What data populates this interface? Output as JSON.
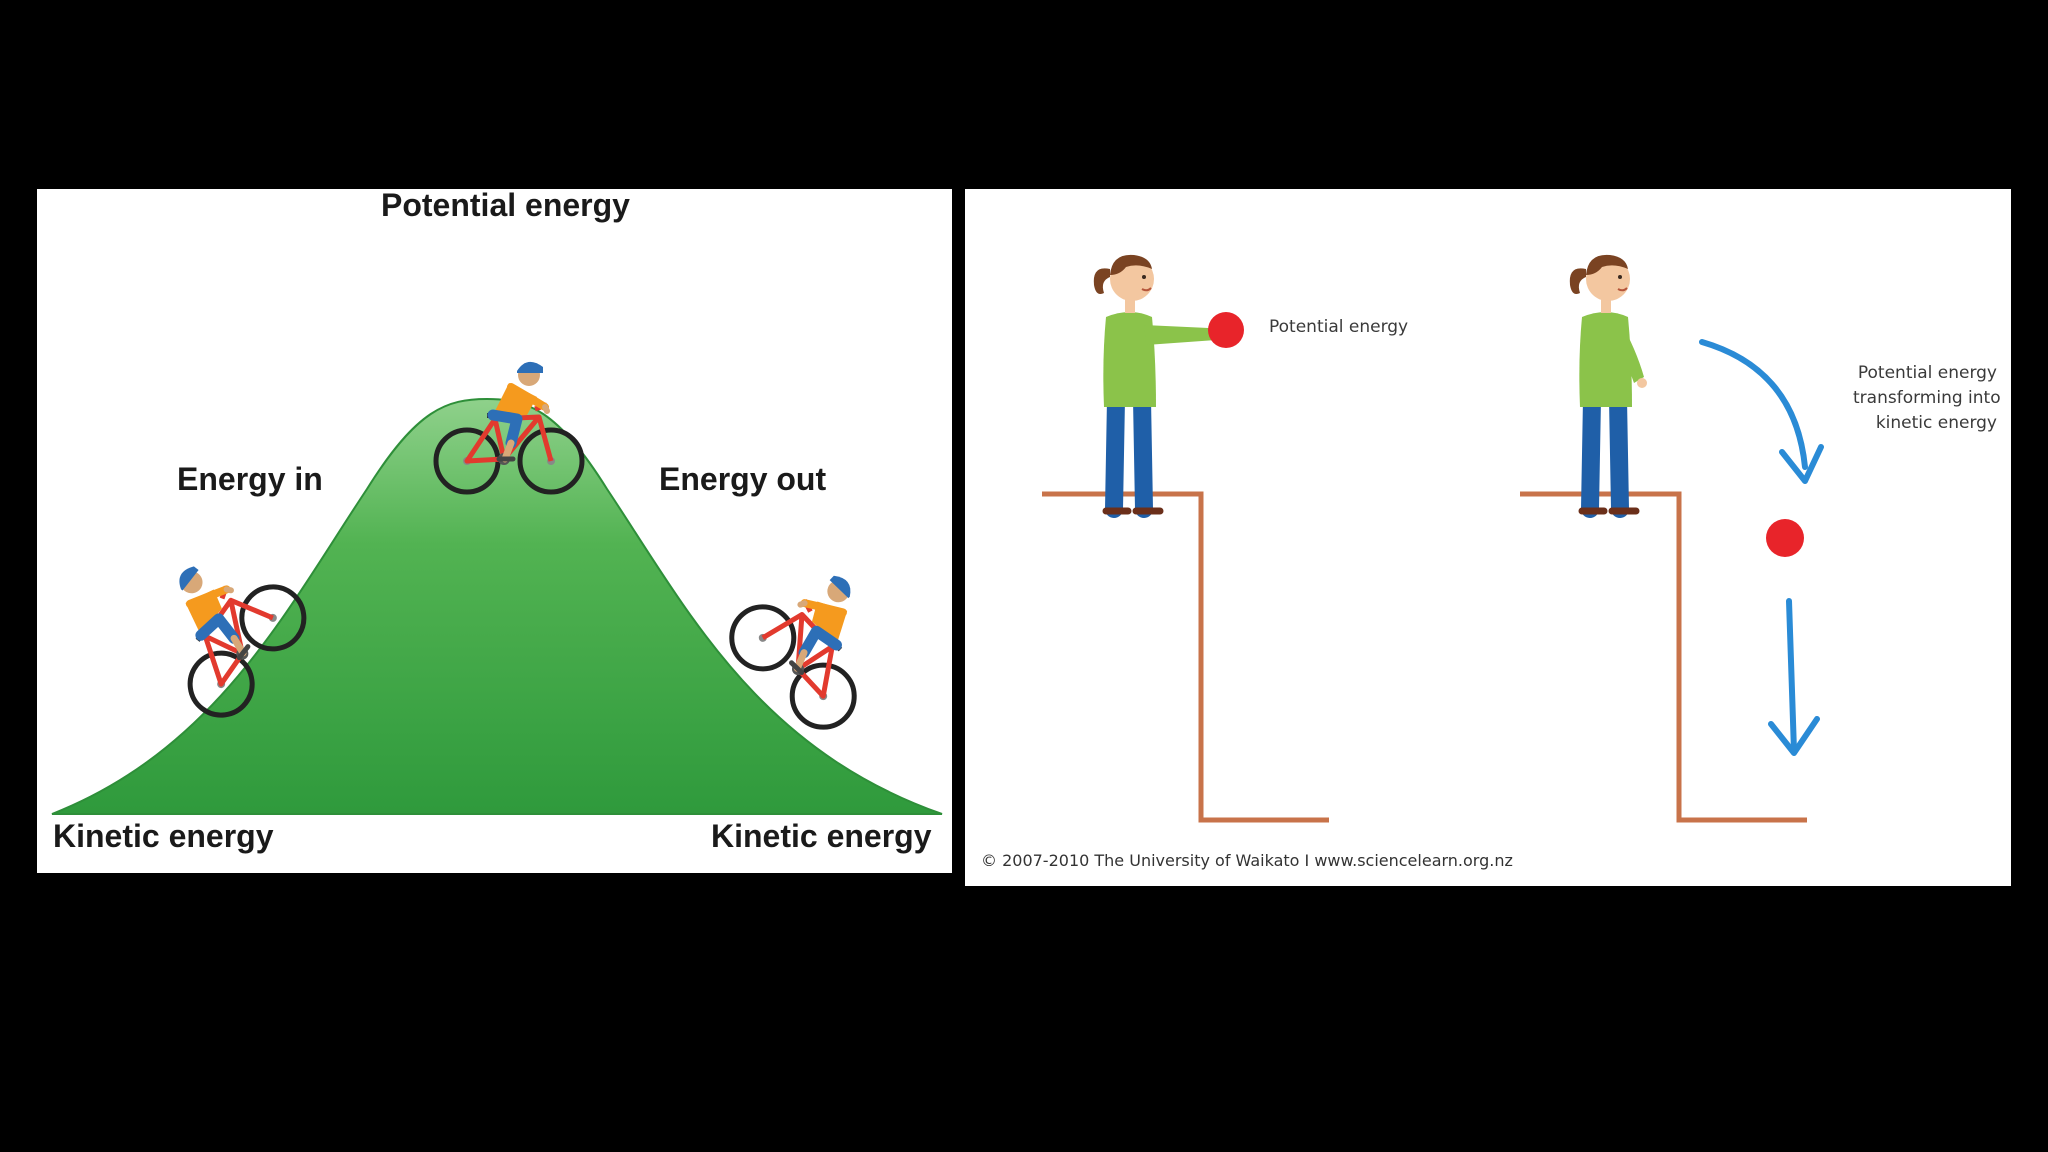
{
  "bike_diagram": {
    "labels": {
      "top": "Potential energy",
      "left": "Energy in",
      "right": "Energy out",
      "bottom_left": "Kinetic energy",
      "bottom_right": "Kinetic energy"
    },
    "colors": {
      "hill": "#3aa648",
      "jersey": "#f59a1e",
      "helmet": "#2d6fb7",
      "bike_frame": "#e23a2e"
    }
  },
  "ball_diagram": {
    "label_1": "Potential energy",
    "label_2_lines": [
      "Potential energy",
      "transforming into",
      "kinetic energy"
    ],
    "credit": "© 2007-2010 The University of Waikato I www.sciencelearn.org.nz",
    "colors": {
      "ledge": "#c8734a",
      "ball": "#e8242a",
      "arrow": "#2a8bd6",
      "shirt": "#8bc34a",
      "trousers": "#1f5fa8"
    }
  }
}
